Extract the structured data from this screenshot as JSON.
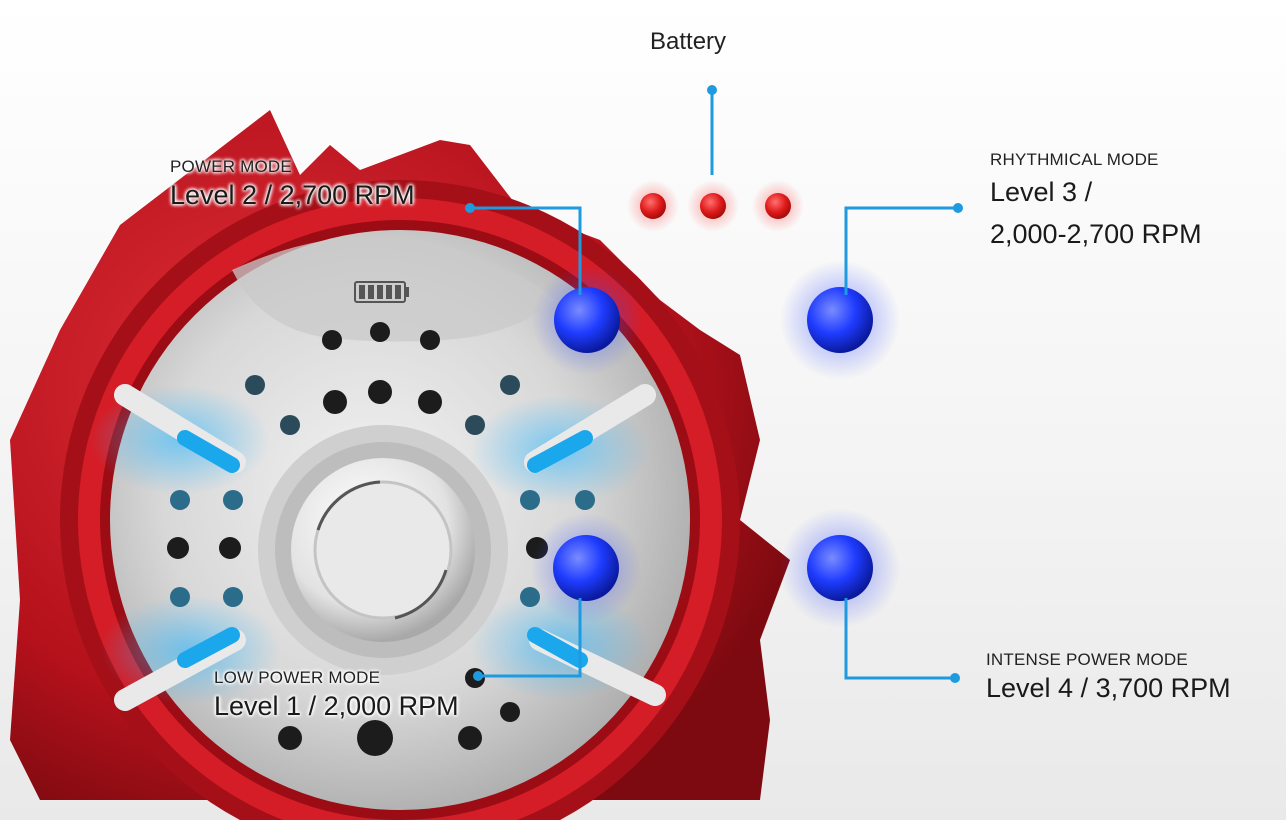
{
  "battery": {
    "label": "Battery"
  },
  "callouts": {
    "power": {
      "mode": "POWER MODE",
      "spec": "Level 2 / 2,700 RPM"
    },
    "rhythmical": {
      "mode": "RHYTHMICAL MODE",
      "spec_line1": "Level 3 /",
      "spec_line2": "2,000-2,700 RPM"
    },
    "low_power": {
      "mode": "LOW POWER MODE",
      "spec": "Level 1 / 2,000 RPM"
    },
    "intense": {
      "mode": "INTENSE POWER MODE",
      "spec": "Level 4 / 3,700 RPM"
    }
  },
  "colors": {
    "device_red": "#c8151f",
    "indicator_blue": "#1f3cff",
    "battery_led_red": "#e01b1b",
    "leader_line": "#1e9be0"
  },
  "icons": [
    "battery-level-icon",
    "power-button-icon"
  ]
}
